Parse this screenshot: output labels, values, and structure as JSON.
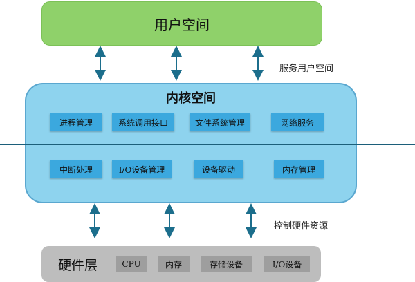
{
  "user_space": {
    "label": "用户空间"
  },
  "kernel": {
    "title": "内核空间",
    "modules_top": [
      "进程管理",
      "系统调用接口",
      "文件系统管理",
      "网络服务"
    ],
    "modules_bottom": [
      "中断处理",
      "I/O设备管理",
      "设备驱动",
      "内存管理"
    ]
  },
  "hardware": {
    "title": "硬件层",
    "items": [
      "CPU",
      "内存",
      "存储设备",
      "I/O设备"
    ]
  },
  "labels": {
    "serve_user_space": "服务用户空间",
    "control_hw_resources": "控制硬件资源"
  },
  "colors": {
    "user_space": "#8fd16a",
    "kernel": "#8ed3ee",
    "module": "#3ba8de",
    "hardware": "#bdbdbd",
    "arrow": "#1c6e8c"
  }
}
